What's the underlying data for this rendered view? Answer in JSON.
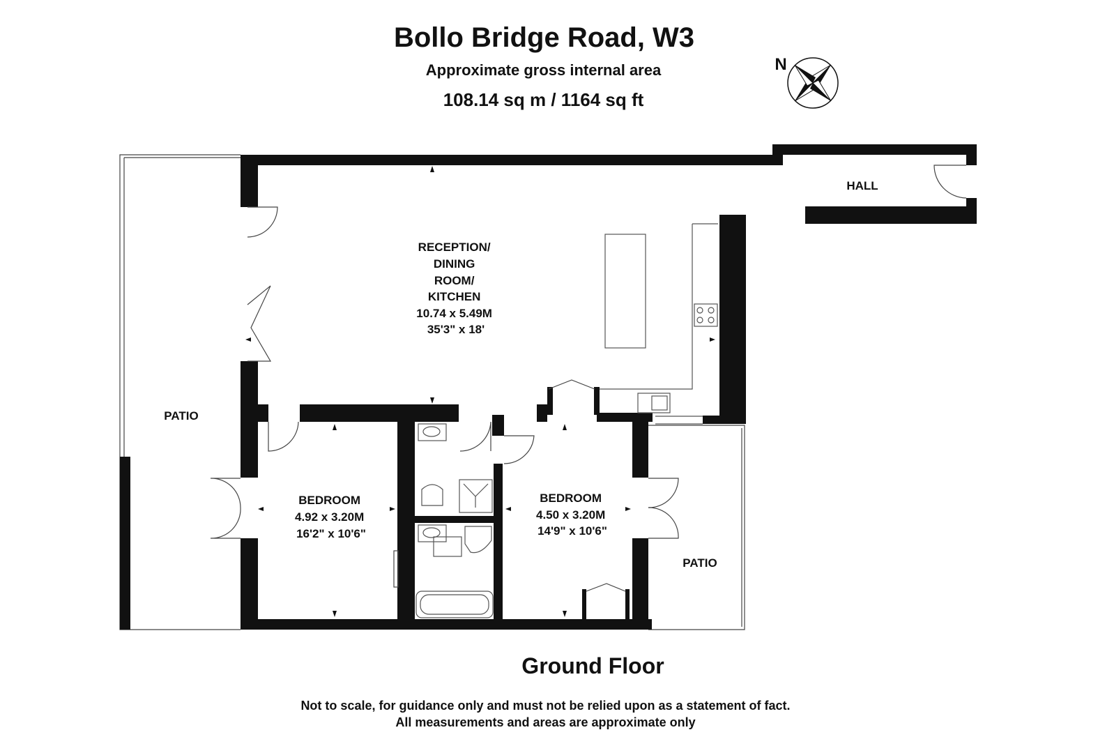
{
  "header": {
    "title": "Bollo Bridge Road, W3",
    "subtitle": "Approximate gross internal area",
    "area": "108.14 sq m /  1164 sq ft"
  },
  "compass": {
    "label": "N"
  },
  "rooms": {
    "reception": {
      "lines": [
        "RECEPTION/",
        "DINING",
        "ROOM/",
        "KITCHEN",
        "10.74 x 5.49M",
        "35'3\" x 18'"
      ]
    },
    "bedroom1": {
      "lines": [
        "BEDROOM",
        "4.92 x 3.20M",
        "16'2\" x 10'6\""
      ]
    },
    "bedroom2": {
      "lines": [
        "BEDROOM",
        "4.50 x 3.20M",
        "14'9\" x 10'6\""
      ]
    },
    "hall": {
      "lines": [
        "HALL"
      ]
    },
    "patio_left": {
      "lines": [
        "PATIO"
      ]
    },
    "patio_right": {
      "lines": [
        "PATIO"
      ]
    }
  },
  "footer": {
    "floor": "Ground Floor",
    "disclaimer1": "Not to scale, for guidance only and must not be relied upon as a statement of fact.",
    "disclaimer2": "All measurements and areas are approximate only"
  }
}
